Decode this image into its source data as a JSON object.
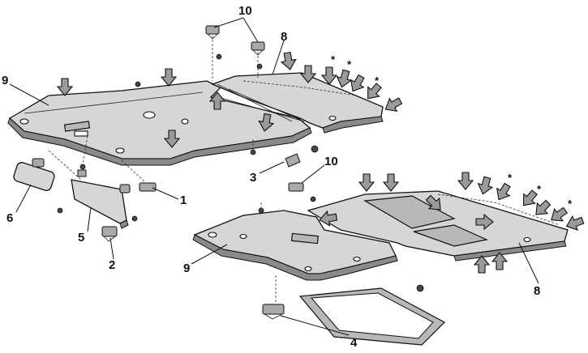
{
  "callouts": {
    "c1": "1",
    "c2": "2",
    "c3": "3",
    "c4": "4",
    "c5": "5",
    "c6": "6",
    "c8_top": "8",
    "c8_bottom": "8",
    "c9_top": "9",
    "c9_bottom": "9",
    "c10_top": "10",
    "c10_bottom": "10"
  },
  "asterisk": "*"
}
